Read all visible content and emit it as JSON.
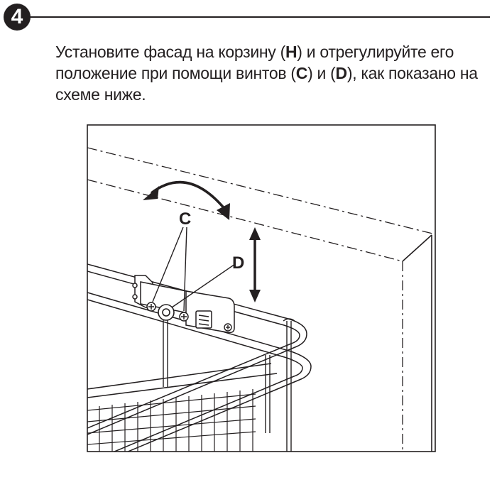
{
  "step": {
    "number": "4"
  },
  "instruction": {
    "t1": "Установите фасад на корзину (",
    "h": "H",
    "t2": ") и отрегулируйте его положение при помощи винтов (",
    "c": "C",
    "t3": ") и (",
    "d": "D",
    "t4": "), как показано на схеме ниже."
  },
  "figure": {
    "label_c": "C",
    "label_d": "D"
  },
  "colors": {
    "ink": "#231f20"
  }
}
